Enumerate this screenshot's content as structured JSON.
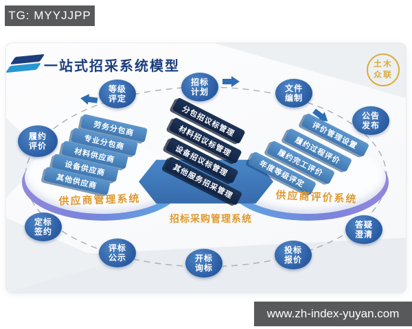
{
  "watermark_top": "TG: MYYJJPP",
  "watermark_bottom": "www.zh-index-yuyan.com",
  "header": {
    "title": "一站式招采系统模型",
    "seal_text": "土木\n众联"
  },
  "colors": {
    "title_navy": "#1c3e7e",
    "node_blue": "#2d5fa6",
    "bar_blue": "#4b87c2",
    "bar_navy": "#16294a",
    "system_label_orange": "#e0992f",
    "platform_violet": "#8b7fd9",
    "band_blue": "#3f7ec5",
    "seal_gold": "#d9a62a",
    "watermark_bg": "#58595b"
  },
  "diagram": {
    "nodes": {
      "performance_evaluation": {
        "label": "履约\n评价"
      },
      "grade_rating": {
        "label": "等级\n评定"
      },
      "bidding_plan": {
        "label": "招标\n计划"
      },
      "document_preparation": {
        "label": "文件\n编制"
      },
      "announcement_release": {
        "label": "公告\n发布"
      },
      "award_and_signing": {
        "label": "定标\n签约"
      },
      "bid_evaluation_publicity": {
        "label": "评标\n公示"
      },
      "bid_opening_inquiry": {
        "label": "开标\n询标"
      },
      "bid_quotation": {
        "label": "投标\n报价"
      },
      "qa_clarification": {
        "label": "答疑\n澄清"
      }
    },
    "left_system": {
      "label": "供应商管理系统",
      "bars": [
        "劳务分包商",
        "专业分包商",
        "材料供应商",
        "设备供应商",
        "其他供应商"
      ]
    },
    "center_system": {
      "label": "招标采购管理系统",
      "bars": [
        "分包招议标管理",
        "材料招议标管理",
        "设备招议标管理",
        "其他服务招采管理"
      ]
    },
    "right_system": {
      "label": "供应商评价系统",
      "bars": [
        "评价管理设置",
        "履约过程评价",
        "履约完工评价",
        "年度等级评定"
      ]
    }
  }
}
